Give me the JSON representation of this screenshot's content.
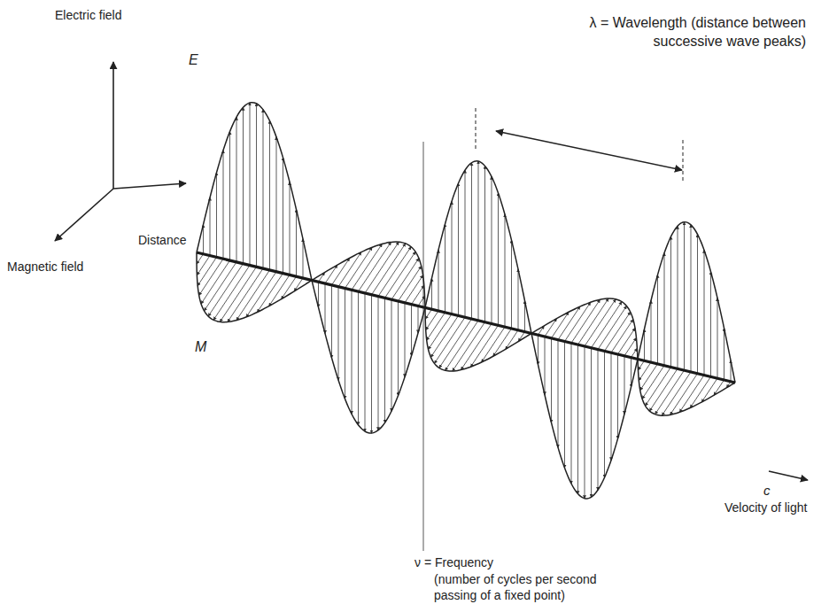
{
  "diagram": {
    "labels": [
      "Electric field",
      "E",
      "λ = Wavelength (distance between successive wave peaks)",
      "Distance",
      "Magnetic field",
      "M",
      "c",
      "Velocity of light",
      "ν = Frequency",
      "(number of cycles per second passing of a fixed point)"
    ]
  }
}
